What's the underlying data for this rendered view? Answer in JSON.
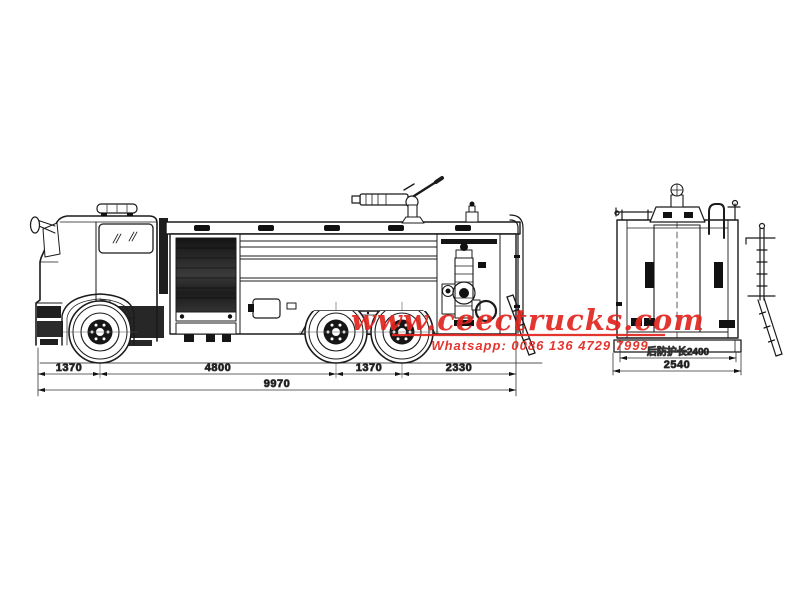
{
  "drawing": {
    "title": "fire truck engineering drawing (side and rear elevation)",
    "colors": {
      "line": "#1b1b1b",
      "dark_fill": "#161616",
      "watermark": "#e2251f",
      "background": "#ffffff"
    }
  },
  "watermark": {
    "site": "www.ceectrucks.com",
    "whatsapp": "Whatsapp: 0086 136 4729 7999"
  },
  "side_view": {
    "dimensions": {
      "front_overhang": "1370",
      "wheelbase": "4800",
      "tandem_spacing": "1370",
      "rear_overhang": "2330",
      "overall_length": "9970"
    }
  },
  "rear_view": {
    "dimensions": {
      "rear_guard_length": "后防护长2400",
      "overall_width": "2540"
    }
  }
}
